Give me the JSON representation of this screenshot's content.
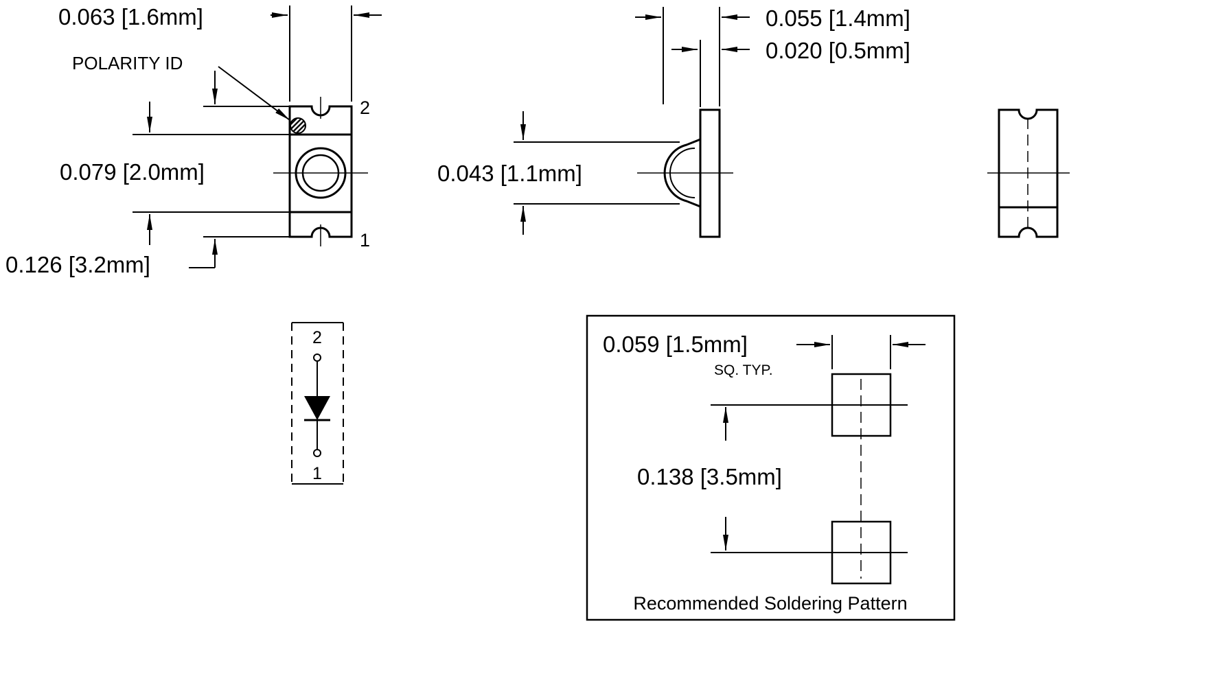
{
  "drawing": {
    "background": "#ffffff",
    "line_color": "#000000",
    "title": "Recommended Soldering Pattern"
  },
  "top_view": {
    "width_dim": "0.063 [1.6mm]",
    "polarity_label": "POLARITY ID",
    "body_height_dim": "0.079 [2.0mm]",
    "overall_height_dim": "0.126 [3.2mm]",
    "pin_top": "2",
    "pin_bottom": "1"
  },
  "side_view": {
    "overall_thickness_dim": "0.055 [1.4mm]",
    "base_thickness_dim": "0.020 [0.5mm]",
    "lens_height_dim": "0.043 [1.1mm]"
  },
  "schematic": {
    "pin_top": "2",
    "pin_bottom": "1"
  },
  "soldering_pattern": {
    "pad_size_dim": "0.059 [1.5mm]",
    "pad_size_note": "SQ. TYP.",
    "pad_pitch_dim": "0.138 [3.5mm]",
    "caption": "Recommended Soldering Pattern"
  }
}
